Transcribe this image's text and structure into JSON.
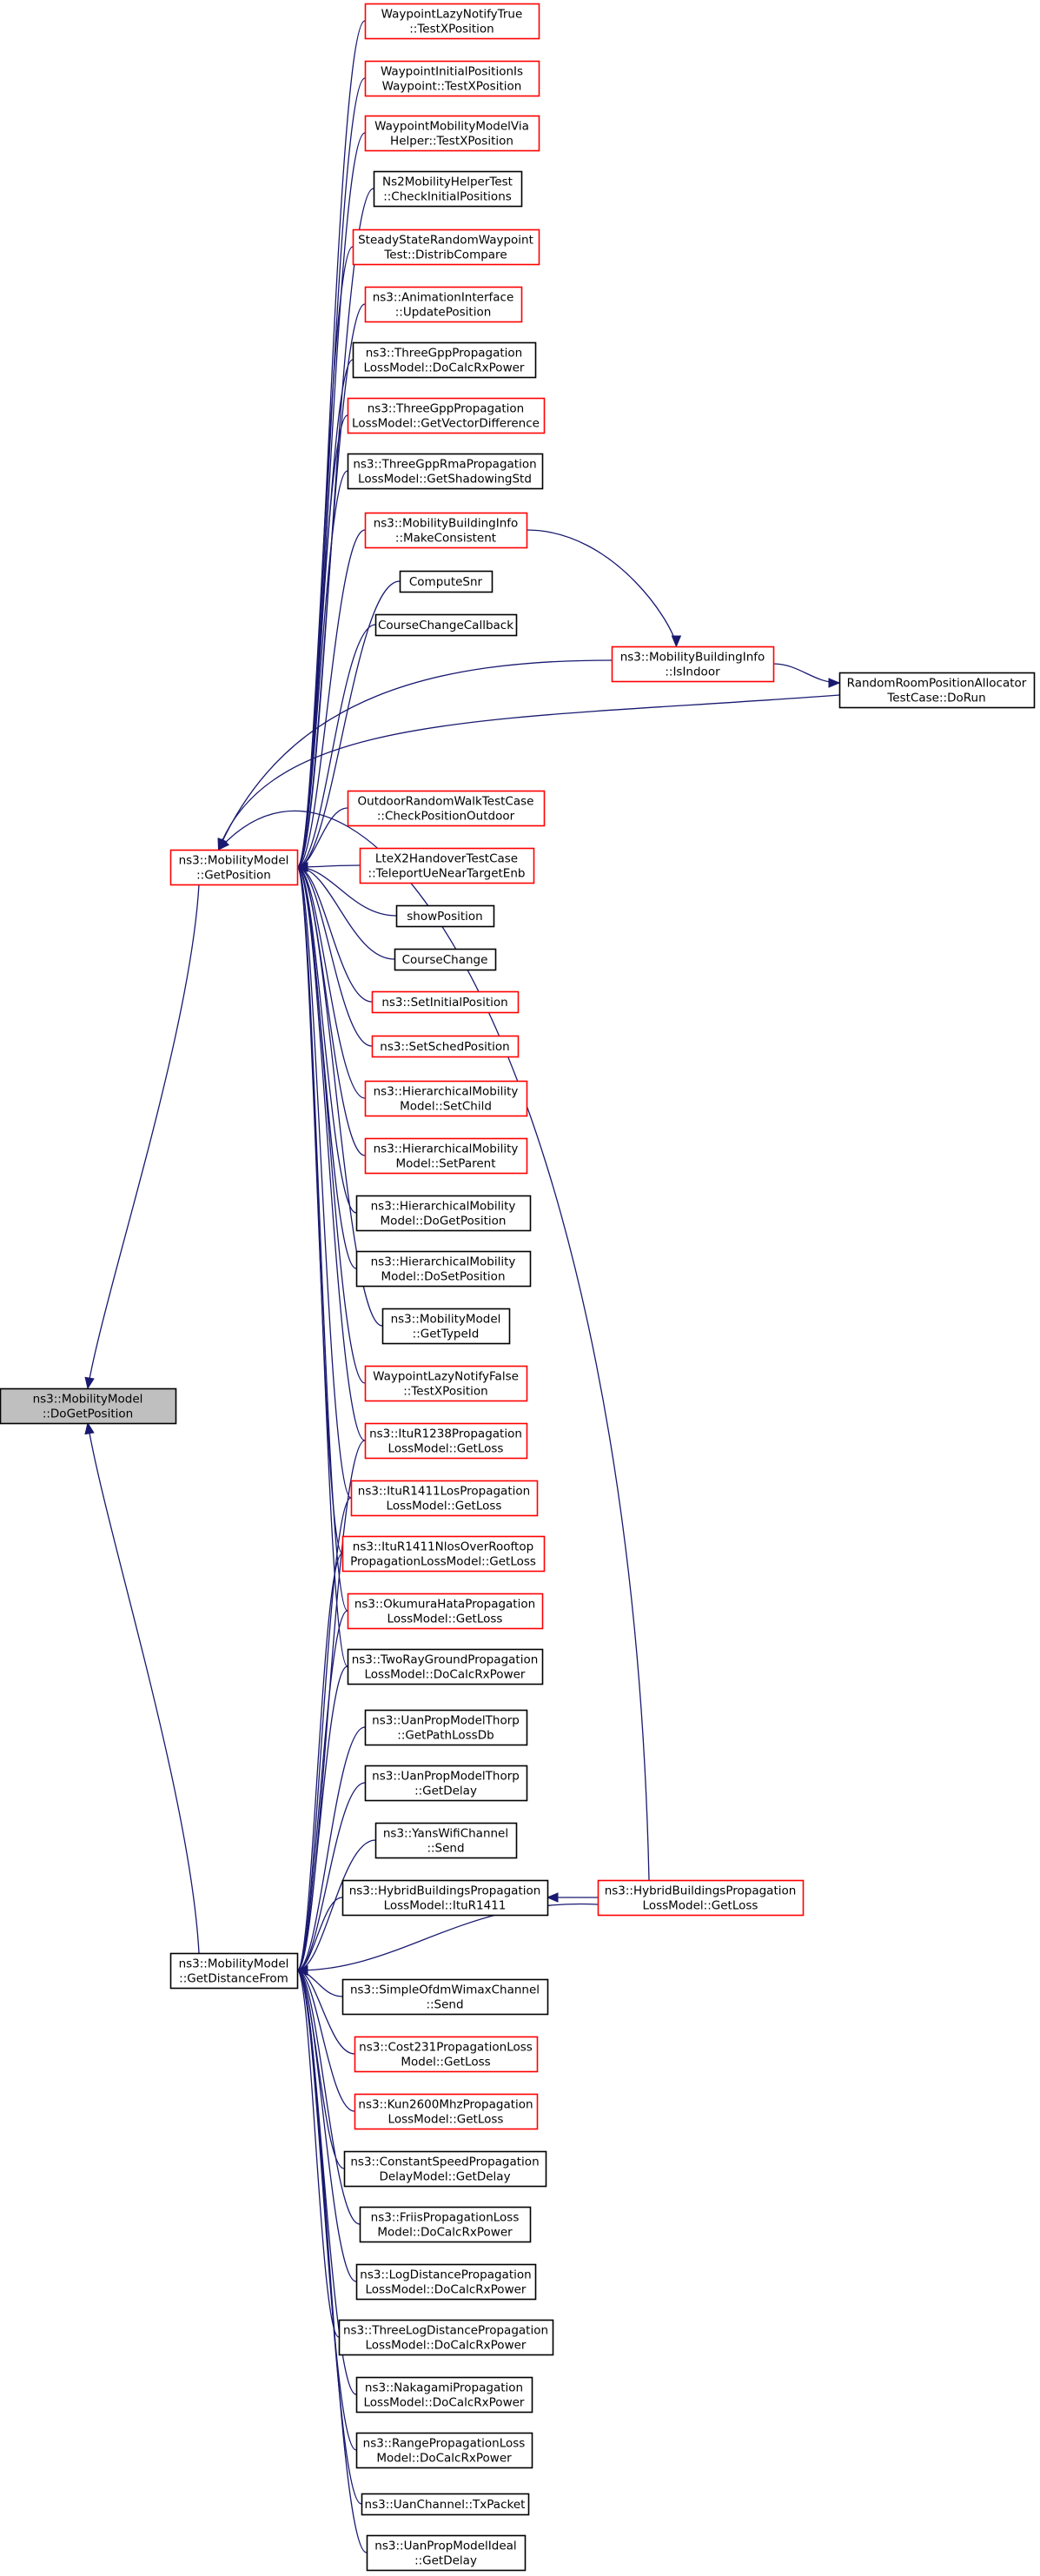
{
  "colors": {
    "edge": "#191970",
    "border_red": "#ff0000",
    "border_black": "#000000",
    "focus_fill": "#bfbfbf"
  },
  "nodes": [
    {
      "id": "focus",
      "lines": [
        "ns3::MobilityModel",
        "::DoGetPosition"
      ],
      "style": "focus"
    },
    {
      "id": "getpos",
      "lines": [
        "ns3::MobilityModel",
        "::GetPosition"
      ],
      "style": "red"
    },
    {
      "id": "getdist",
      "lines": [
        "ns3::MobilityModel",
        "::GetDistanceFrom"
      ],
      "style": "black"
    },
    {
      "id": "wlnt",
      "lines": [
        "WaypointLazyNotifyTrue",
        "::TestXPosition"
      ],
      "style": "red"
    },
    {
      "id": "wipw",
      "lines": [
        "WaypointInitialPositionIs",
        "Waypoint::TestXPosition"
      ],
      "style": "red"
    },
    {
      "id": "wmmvh",
      "lines": [
        "WaypointMobilityModelVia",
        "Helper::TestXPosition"
      ],
      "style": "red"
    },
    {
      "id": "ns2",
      "lines": [
        "Ns2MobilityHelperTest",
        "::CheckInitialPositions"
      ],
      "style": "black"
    },
    {
      "id": "ssrw",
      "lines": [
        "SteadyStateRandomWaypoint",
        "Test::DistribCompare"
      ],
      "style": "red"
    },
    {
      "id": "anim",
      "lines": [
        "ns3::AnimationInterface",
        "::UpdatePosition"
      ],
      "style": "red"
    },
    {
      "id": "tgpp1",
      "lines": [
        "ns3::ThreeGppPropagation",
        "LossModel::DoCalcRxPower"
      ],
      "style": "black"
    },
    {
      "id": "tgpp2",
      "lines": [
        "ns3::ThreeGppPropagation",
        "LossModel::GetVectorDifference"
      ],
      "style": "red"
    },
    {
      "id": "tgpprma",
      "lines": [
        "ns3::ThreeGppRmaPropagation",
        "LossModel::GetShadowingStd"
      ],
      "style": "black"
    },
    {
      "id": "mbimc",
      "lines": [
        "ns3::MobilityBuildingInfo",
        "::MakeConsistent"
      ],
      "style": "red"
    },
    {
      "id": "csnr",
      "lines": [
        "ComputeSnr"
      ],
      "style": "black"
    },
    {
      "id": "ccc",
      "lines": [
        "CourseChangeCallback"
      ],
      "style": "black"
    },
    {
      "id": "mbiin",
      "lines": [
        "ns3::MobilityBuildingInfo",
        "::IsIndoor"
      ],
      "style": "red"
    },
    {
      "id": "rrpa",
      "lines": [
        "RandomRoomPositionAllocator",
        "TestCase::DoRun"
      ],
      "style": "black"
    },
    {
      "id": "orw",
      "lines": [
        "OutdoorRandomWalkTestCase",
        "::CheckPositionOutdoor"
      ],
      "style": "red"
    },
    {
      "id": "ltex2",
      "lines": [
        "LteX2HandoverTestCase",
        "::TeleportUeNearTargetEnb"
      ],
      "style": "red"
    },
    {
      "id": "showpos",
      "lines": [
        "showPosition"
      ],
      "style": "black"
    },
    {
      "id": "cchange",
      "lines": [
        "CourseChange"
      ],
      "style": "black"
    },
    {
      "id": "setinit",
      "lines": [
        "ns3::SetInitialPosition"
      ],
      "style": "red"
    },
    {
      "id": "setsched",
      "lines": [
        "ns3::SetSchedPosition"
      ],
      "style": "red"
    },
    {
      "id": "hmchild",
      "lines": [
        "ns3::HierarchicalMobility",
        "Model::SetChild"
      ],
      "style": "red"
    },
    {
      "id": "hmparent",
      "lines": [
        "ns3::HierarchicalMobility",
        "Model::SetParent"
      ],
      "style": "red"
    },
    {
      "id": "hmdoget",
      "lines": [
        "ns3::HierarchicalMobility",
        "Model::DoGetPosition"
      ],
      "style": "black"
    },
    {
      "id": "hmdoset",
      "lines": [
        "ns3::HierarchicalMobility",
        "Model::DoSetPosition"
      ],
      "style": "black"
    },
    {
      "id": "mmtype",
      "lines": [
        "ns3::MobilityModel",
        "::GetTypeId"
      ],
      "style": "black"
    },
    {
      "id": "wlnf",
      "lines": [
        "WaypointLazyNotifyFalse",
        "::TestXPosition"
      ],
      "style": "red"
    },
    {
      "id": "itu1238",
      "lines": [
        "ns3::ItuR1238Propagation",
        "LossModel::GetLoss"
      ],
      "style": "red"
    },
    {
      "id": "itu1411los",
      "lines": [
        "ns3::ItuR1411LosPropagation",
        "LossModel::GetLoss"
      ],
      "style": "red"
    },
    {
      "id": "itu1411nlos",
      "lines": [
        "ns3::ItuR1411NlosOverRooftop",
        "PropagationLossModel::GetLoss"
      ],
      "style": "red"
    },
    {
      "id": "okumura",
      "lines": [
        "ns3::OkumuraHataPropagation",
        "LossModel::GetLoss"
      ],
      "style": "red"
    },
    {
      "id": "tworay",
      "lines": [
        "ns3::TwoRayGroundPropagation",
        "LossModel::DoCalcRxPower"
      ],
      "style": "black"
    },
    {
      "id": "uanthorp1",
      "lines": [
        "ns3::UanPropModelThorp",
        "::GetPathLossDb"
      ],
      "style": "black"
    },
    {
      "id": "uanthorp2",
      "lines": [
        "ns3::UanPropModelThorp",
        "::GetDelay"
      ],
      "style": "black"
    },
    {
      "id": "yans",
      "lines": [
        "ns3::YansWifiChannel",
        "::Send"
      ],
      "style": "black"
    },
    {
      "id": "hbitu",
      "lines": [
        "ns3::HybridBuildingsPropagation",
        "LossModel::ItuR1411"
      ],
      "style": "black"
    },
    {
      "id": "hbloss",
      "lines": [
        "ns3::HybridBuildingsPropagation",
        "LossModel::GetLoss"
      ],
      "style": "red"
    },
    {
      "id": "simpleofdm",
      "lines": [
        "ns3::SimpleOfdmWimaxChannel",
        "::Send"
      ],
      "style": "black"
    },
    {
      "id": "cost231",
      "lines": [
        "ns3::Cost231PropagationLoss",
        "Model::GetLoss"
      ],
      "style": "red"
    },
    {
      "id": "kun2600",
      "lines": [
        "ns3::Kun2600MhzPropagation",
        "LossModel::GetLoss"
      ],
      "style": "red"
    },
    {
      "id": "constspeed",
      "lines": [
        "ns3::ConstantSpeedPropagation",
        "DelayModel::GetDelay"
      ],
      "style": "black"
    },
    {
      "id": "friis",
      "lines": [
        "ns3::FriisPropagationLoss",
        "Model::DoCalcRxPower"
      ],
      "style": "black"
    },
    {
      "id": "logdist",
      "lines": [
        "ns3::LogDistancePropagation",
        "LossModel::DoCalcRxPower"
      ],
      "style": "black"
    },
    {
      "id": "threelog",
      "lines": [
        "ns3::ThreeLogDistancePropagation",
        "LossModel::DoCalcRxPower"
      ],
      "style": "black"
    },
    {
      "id": "nakagami",
      "lines": [
        "ns3::NakagamiPropagation",
        "LossModel::DoCalcRxPower"
      ],
      "style": "black"
    },
    {
      "id": "range",
      "lines": [
        "ns3::RangePropagationLoss",
        "Model::DoCalcRxPower"
      ],
      "style": "black"
    },
    {
      "id": "uanchan",
      "lines": [
        "ns3::UanChannel::TxPacket"
      ],
      "style": "black"
    },
    {
      "id": "uanideal",
      "lines": [
        "ns3::UanPropModelIdeal",
        "::GetDelay"
      ],
      "style": "black"
    }
  ],
  "edges": [
    [
      "getpos",
      "focus"
    ],
    [
      "getdist",
      "focus"
    ],
    [
      "wlnt",
      "getpos"
    ],
    [
      "wipw",
      "getpos"
    ],
    [
      "wmmvh",
      "getpos"
    ],
    [
      "ns2",
      "getpos"
    ],
    [
      "ssrw",
      "getpos"
    ],
    [
      "anim",
      "getpos"
    ],
    [
      "tgpp1",
      "getpos"
    ],
    [
      "tgpp2",
      "getpos"
    ],
    [
      "tgpprma",
      "getpos"
    ],
    [
      "mbimc",
      "getpos"
    ],
    [
      "csnr",
      "getpos"
    ],
    [
      "ccc",
      "getpos"
    ],
    [
      "mbiin",
      "getpos"
    ],
    [
      "rrpa",
      "getpos"
    ],
    [
      "hbloss",
      "getpos"
    ],
    [
      "orw",
      "getpos"
    ],
    [
      "ltex2",
      "getpos"
    ],
    [
      "showpos",
      "getpos"
    ],
    [
      "cchange",
      "getpos"
    ],
    [
      "setinit",
      "getpos"
    ],
    [
      "setsched",
      "getpos"
    ],
    [
      "hmchild",
      "getpos"
    ],
    [
      "hmparent",
      "getpos"
    ],
    [
      "hmdoget",
      "getpos"
    ],
    [
      "hmdoset",
      "getpos"
    ],
    [
      "mmtype",
      "getpos"
    ],
    [
      "wlnf",
      "getpos"
    ],
    [
      "itu1238",
      "getpos"
    ],
    [
      "itu1411los",
      "getpos"
    ],
    [
      "itu1411nlos",
      "getpos"
    ],
    [
      "okumura",
      "getpos"
    ],
    [
      "tworay",
      "getpos"
    ],
    [
      "mbimc",
      "mbiin"
    ],
    [
      "mbiin",
      "rrpa"
    ],
    [
      "hbloss",
      "hbitu"
    ],
    [
      "itu1238",
      "getdist"
    ],
    [
      "itu1411los",
      "getdist"
    ],
    [
      "itu1411nlos",
      "getdist"
    ],
    [
      "okumura",
      "getdist"
    ],
    [
      "tworay",
      "getdist"
    ],
    [
      "uanthorp1",
      "getdist"
    ],
    [
      "uanthorp2",
      "getdist"
    ],
    [
      "yans",
      "getdist"
    ],
    [
      "hbitu",
      "getdist"
    ],
    [
      "hbloss",
      "getdist"
    ],
    [
      "simpleofdm",
      "getdist"
    ],
    [
      "cost231",
      "getdist"
    ],
    [
      "kun2600",
      "getdist"
    ],
    [
      "constspeed",
      "getdist"
    ],
    [
      "friis",
      "getdist"
    ],
    [
      "logdist",
      "getdist"
    ],
    [
      "threelog",
      "getdist"
    ],
    [
      "nakagami",
      "getdist"
    ],
    [
      "range",
      "getdist"
    ],
    [
      "uanchan",
      "getdist"
    ],
    [
      "uanideal",
      "getdist"
    ]
  ]
}
